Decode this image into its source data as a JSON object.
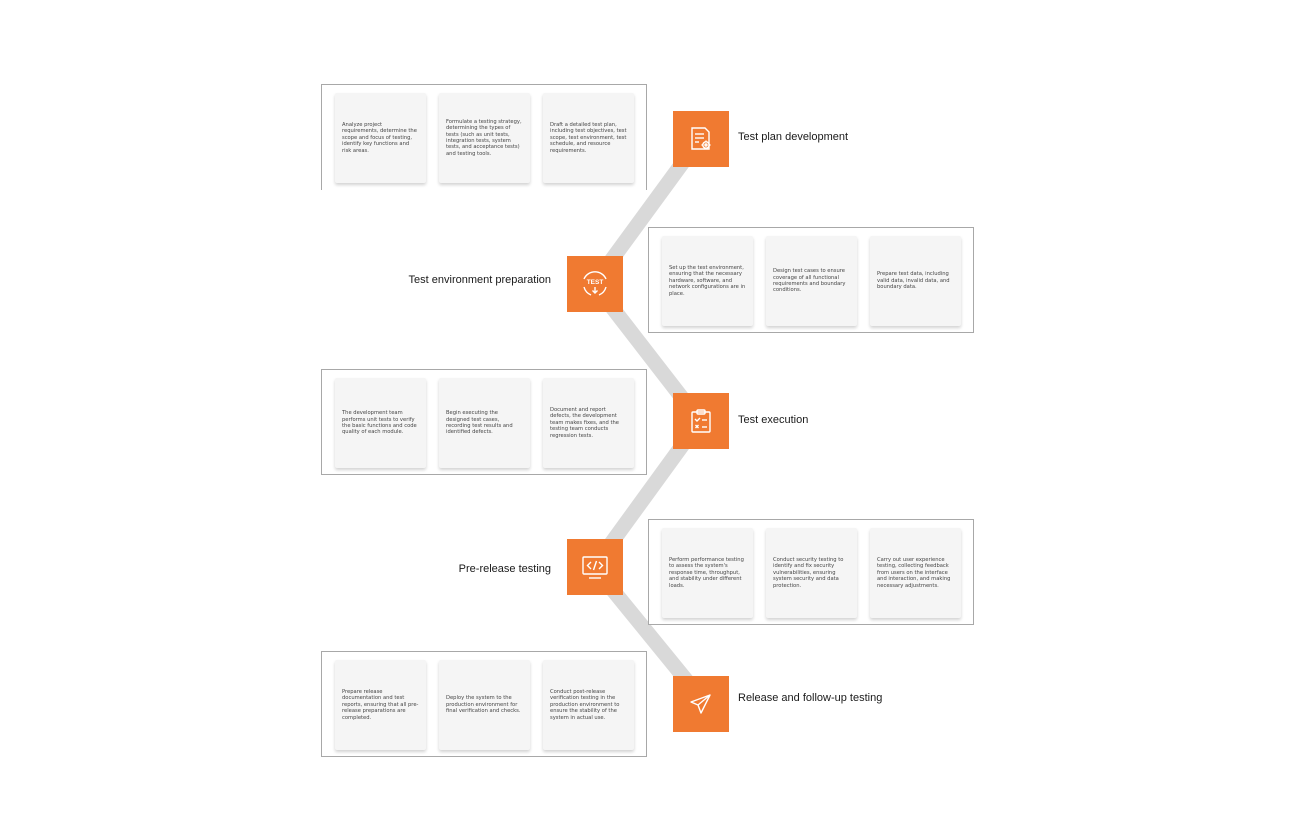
{
  "steps": [
    {
      "title": "Test plan development",
      "icon": "document-gear-icon",
      "tasks": [
        "Analyze project requirements, determine the scope and focus of testing, identify key functions and risk areas.",
        "Formulate a testing strategy, determining the types of tests (such as unit tests, integration tests, system tests, and acceptance tests) and testing tools.",
        "Draft a detailed test plan, including test objectives, test scope, test environment, test schedule, and resource requirements."
      ]
    },
    {
      "title": "Test environment preparation",
      "icon": "test-download-icon",
      "icon_text": "TEST",
      "tasks": [
        "Set up the test environment, ensuring that the necessary hardware, software, and network configurations are in place.",
        "Design test cases to ensure coverage of all functional requirements and boundary conditions.",
        "Prepare test data, including valid data, invalid data, and boundary data."
      ]
    },
    {
      "title": "Test execution",
      "icon": "clipboard-checklist-icon",
      "tasks": [
        "The development team performs unit tests to verify the basic functions and code quality of each module.",
        "Begin executing the designed test cases, recording test results and identified defects.",
        "Document and report defects, the development team makes fixes, and the testing team conducts regression tests."
      ]
    },
    {
      "title": "Pre-release testing",
      "icon": "code-monitor-icon",
      "tasks": [
        "Perform performance testing to assess the system's response time, throughput, and stability under different loads.",
        "Conduct security testing to identify and fix security vulnerabilities, ensuring system security and data protection.",
        "Carry out user experience testing, collecting feedback from users on the interface and interaction, and making necessary adjustments."
      ]
    },
    {
      "title": "Release and follow-up testing",
      "icon": "paper-plane-icon",
      "tasks": [
        "Prepare release documentation and test reports, ensuring that all pre-release preparations are completed.",
        "Deploy the system to the production environment for final verification and checks.",
        "Conduct post-release verification testing in the production environment to ensure the stability of the system in actual use."
      ]
    }
  ],
  "colors": {
    "accent": "#f07a31",
    "connector": "#d9d9d9",
    "card": "#f5f5f5",
    "border": "#a8a8a8"
  }
}
